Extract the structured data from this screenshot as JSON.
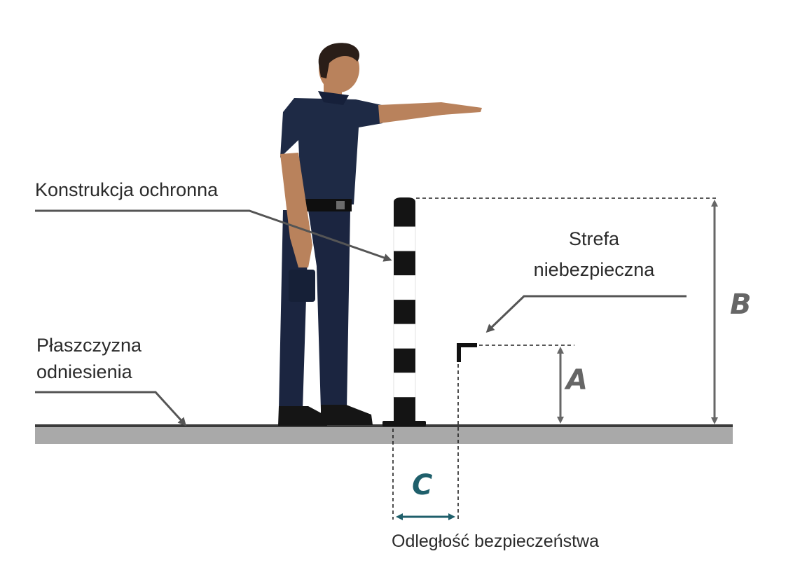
{
  "labels": {
    "construction": "Konstrukcja ochronna",
    "zone_line1": "Strefa",
    "zone_line2": "niebezpieczna",
    "reference_line1": "Płaszczyzna",
    "reference_line2": "odniesienia",
    "distance": "Odległość bezpieczeństwa"
  },
  "dimensions": {
    "a": "A",
    "b": "B",
    "c": "C"
  },
  "colors": {
    "text": "#2b2b2b",
    "leader": "#555555",
    "ground": "#a9a9a9",
    "ground_edge": "#3a3a3a",
    "dimension_ab": "#666666",
    "dimension_c": "#1f5f6b",
    "post_dark": "#141414",
    "post_light": "#ffffff",
    "shirt": "#1e2a45",
    "pants": "#1b2540",
    "skin": "#b9825c",
    "hair": "#2a1e18",
    "boots": "#151515"
  },
  "figure": {
    "post_bands": [
      "dark",
      "light",
      "dark",
      "light",
      "dark",
      "light",
      "dark",
      "light",
      "dark"
    ]
  }
}
